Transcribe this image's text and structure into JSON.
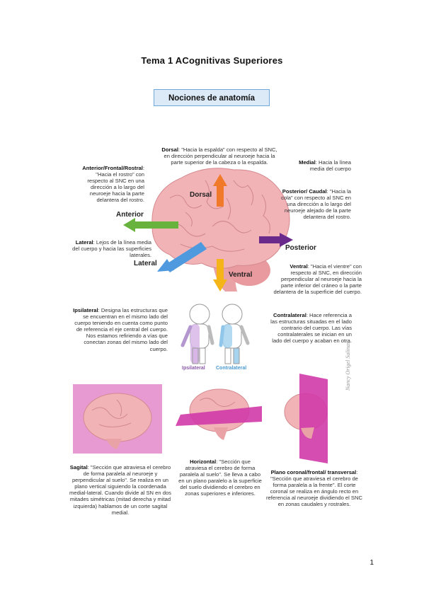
{
  "title": "Tema 1 ACognitivas Superiores",
  "section": "Nociones de anatomía",
  "page_number": "1",
  "watermark": "Nancy Origel Salinas",
  "colors": {
    "brain": "#f2b3b7",
    "dorsal_arrow": "#f07a2a",
    "ventral_arrow": "#f5b418",
    "anterior_arrow": "#68b33d",
    "posterior_arrow": "#6a2a8c",
    "lateral_arrow": "#4f9adf",
    "plane": "#d13aa8",
    "sagittal_bg": "#e79ad2"
  },
  "diagram_labels": {
    "dorsal": "Dorsal",
    "ventral": "Ventral",
    "anterior": "Anterior",
    "posterior": "Posterior",
    "lateral": "Lateral",
    "ipsilateral": "Ipsilateral",
    "contralateral": "Contralateral"
  },
  "notes": {
    "dorsal_term": "Dorsal",
    "dorsal_text": ": \"Hacia la espalda\" con respecto al SNC, en dirección perpendicular al neuroeje hacia la parte superior de la cabeza o la espalda.",
    "anterior_term": "Anterior/Frontal/Rostral",
    "anterior_text": ": \"Hacia el rostro\" con respecto al SNC en una dirección a lo largo del neuroeje hacia la parte delantera del rostro.",
    "medial_term": "Medial",
    "medial_text": ": Hacia la línea media del cuerpo",
    "posterior_term": "Posterior/ Caudal",
    "posterior_text": ": \"Hacia la cola\" con respecto al SNC en una dirección a lo largo del neuroeje alejado de la parte delantera del rostro.",
    "lateral_term": "Lateral",
    "lateral_text": ": Lejos de la línea media del cuerpo y hacia las superficies laterales.",
    "ventral_term": "Ventral",
    "ventral_text": ": \"Hacia el vientre\" con respecto al SNC, en dirección perpendicular al neuroeje hacia la parte inferior del cráneo o la parte delantera de la superficie del cuerpo.",
    "ipsilateral_term": "Ipsilateral",
    "ipsilateral_text": ": Designa las estructuras que se encuentran en el mismo lado del cuerpo teniendo en cuenta como punto de referencia el eje central del cuerpo. Nos estamos refiriendo a vías que conectan zonas del mismo lado del cuerpo.",
    "contralateral_term": "Contralateral",
    "contralateral_text": ": Hace referencia a las estructuras situadas en el lado contrario del cuerpo. Las vías contralaterales se inician en un lado del cuerpo y acaban en otra.",
    "sagital_term": "Sagital",
    "sagital_text": ": \"Sección que atraviesa el cerebro de forma paralela al neuroeje y perpendicular al suelo\". Se realiza en un plano vertical siguiendo la coordenada medial-lateral. Cuando divide al SN en dos mitades simétricas (mitad derecha y mitad izquierda) hablamos de un corte sagital medial.",
    "horizontal_term": "Horizontal",
    "horizontal_text": ": \"Sección que atraviesa el cerebro de forma paralela al suelo\". Se lleva a cabo en un plano paralelo a la superficie del suelo dividiendo el cerebro en zonas superiores e inferiores.",
    "coronal_term": "Plano coronal/frontal/ transversal",
    "coronal_text": ": \"Sección que atraviesa el cerebro de forma paralela a la frente\". El corte coronal se realiza en ángulo recto en referencia al neuroeje dividiendo el SNC en zonas caudales y rostrales."
  }
}
